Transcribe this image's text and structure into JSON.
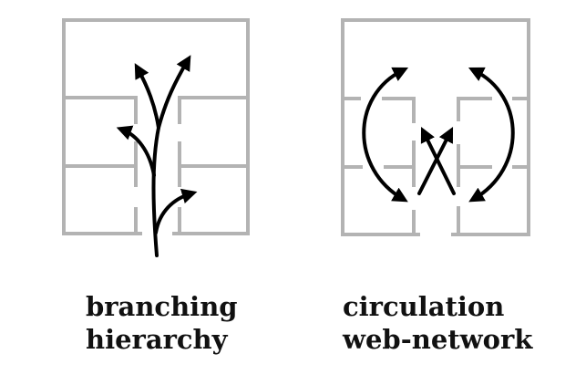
{
  "diagrams": [
    {
      "label_line1": "branching",
      "label_line2": "hierarchy",
      "pattern": "branching"
    },
    {
      "label_line1": "circulation",
      "label_line2": "web-network",
      "pattern": "web"
    }
  ],
  "colors": {
    "wall": "#b3b3b3",
    "arrow": "#000000",
    "text": "#111111"
  }
}
